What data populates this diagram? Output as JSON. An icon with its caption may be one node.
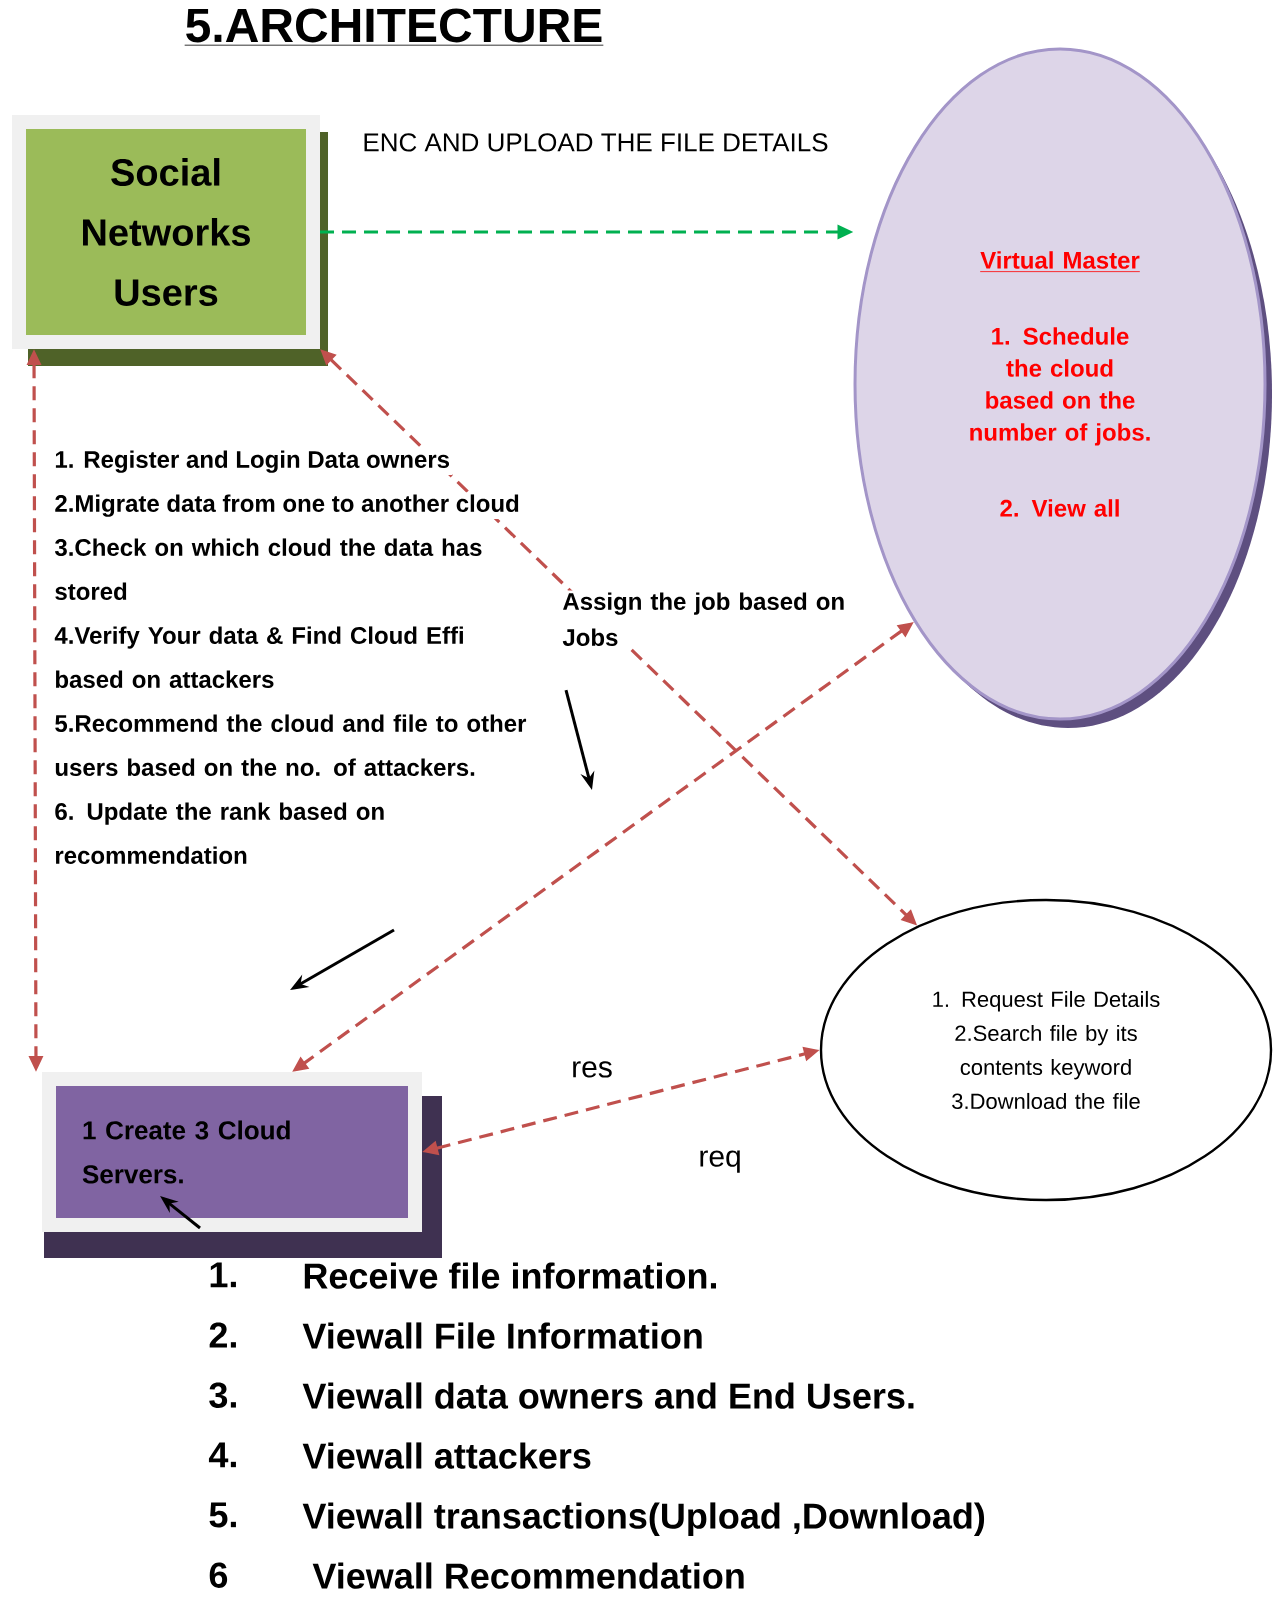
{
  "diagram": {
    "title": "5.ARCHITECTURE",
    "nodes": [
      {
        "text": [
          "Social Networks Users"
        ]
      },
      {
        "text": [
          "Virtual Master",
          "1. Schedule the cloud based on the number of jobs.",
          "2. View all"
        ]
      },
      {
        "text": [
          "1 Create 3 Cloud Servers."
        ]
      },
      {
        "text": [
          "1. Request File Details",
          "2.Search file by its contents keyword",
          "3.Download the file"
        ]
      }
    ],
    "edges": [
      {
        "from": 0,
        "to": 1,
        "arrow": "to",
        "label": "ENC AND UPLOAD THE FILE DETAILS",
        "style": "dashed",
        "color": "#00b050"
      },
      {
        "from": 0,
        "to": 2,
        "arrow": "both",
        "style": "dashed"
      },
      {
        "from": 0,
        "to": 3,
        "arrow": "both",
        "style": "dashed"
      },
      {
        "from": 1,
        "to": 2,
        "arrow": "both",
        "label": "Assign the job based on Jobs",
        "style": "dashed"
      },
      {
        "from": 2,
        "to": 3,
        "arrow": "both",
        "label": "res",
        "style": "dashed"
      }
    ],
    "labels": [
      "1. Register and Login Data owners",
      "2.Migrate data from one to another cloud",
      "3.Check on which cloud the data has stored",
      "4.Verify Your data & Find Cloud Effi based on attackers",
      "5.Recommend the cloud and file to other users based on the no. of attackers.",
      "6. Update the rank based on recommendation",
      "req",
      "1.",
      "Receive file information.",
      "2.",
      "Viewall File Information",
      "3.",
      "Viewall data owners and End Users.",
      "4.",
      "Viewall attackers",
      "5.",
      "Viewall transactions(Upload ,Download)",
      "6",
      "Viewall Recommendation"
    ]
  }
}
